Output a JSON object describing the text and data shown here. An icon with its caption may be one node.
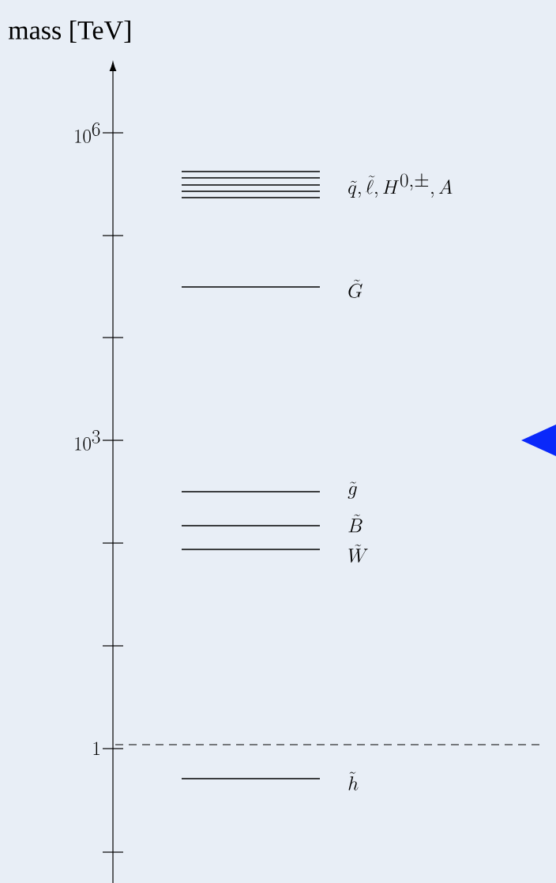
{
  "diagram": {
    "labels": [
      "mass [TeV]",
      "10^{6}",
      "\\tilde{q}, \\tilde{\\ell}, H^{0,\\pm}, A",
      "\\tilde{G}",
      "10^{3}",
      "\\tilde{g}",
      "\\tilde{B}",
      "\\tilde{W}",
      "1",
      "\\tilde{h}"
    ]
  }
}
